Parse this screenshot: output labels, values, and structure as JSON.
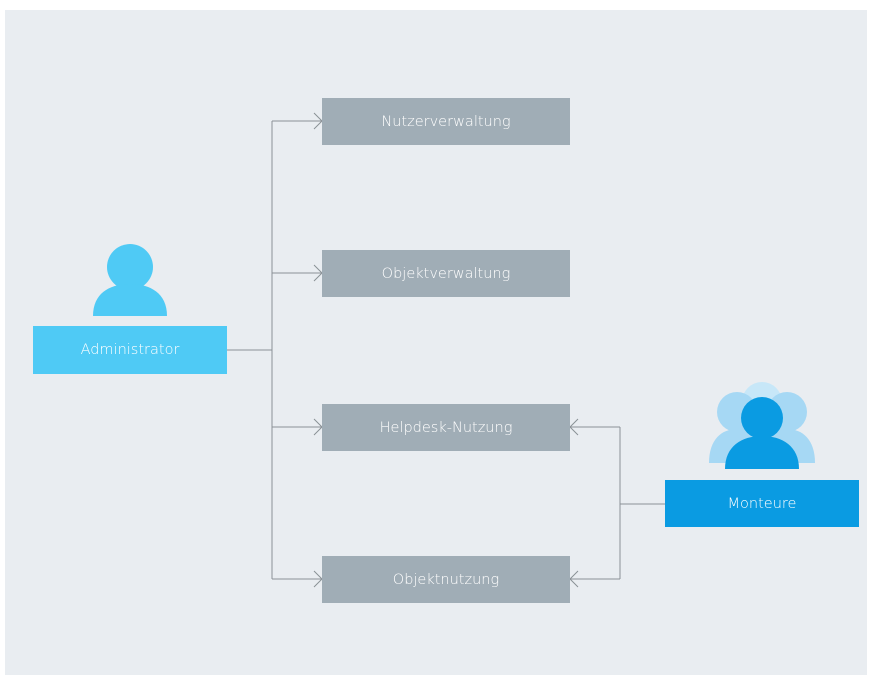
{
  "actors": {
    "admin": {
      "label": "Administrator",
      "icon": "admin-user-icon",
      "color": "#4fcaf5"
    },
    "monteure": {
      "label": "Monteure",
      "icon": "user-group-icon",
      "color": "#0a9be2"
    }
  },
  "features": [
    {
      "label": "Nutzerverwaltung"
    },
    {
      "label": "Objektverwaltung"
    },
    {
      "label": "Helpdesk-Nutzung"
    },
    {
      "label": "Objektnutzung"
    }
  ],
  "colors": {
    "background": "#e9edf1",
    "feature_box": "#a0adb6",
    "connector": "#8a9196"
  }
}
